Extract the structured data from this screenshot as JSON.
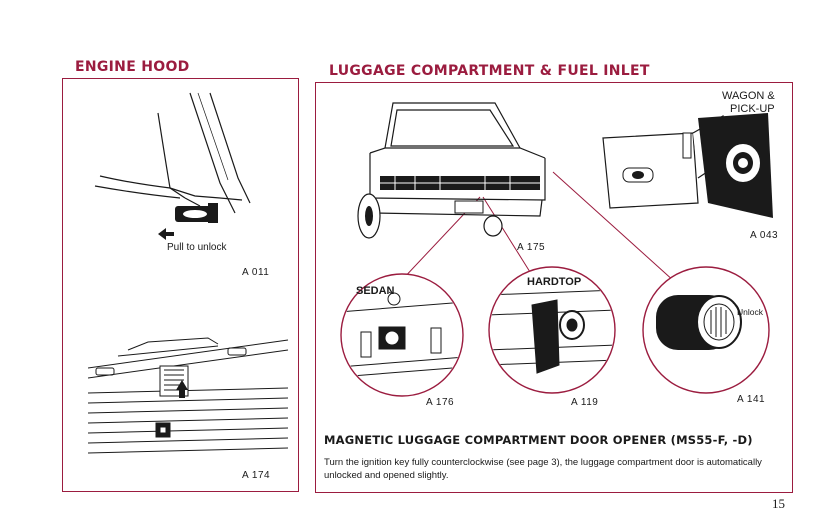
{
  "left": {
    "title": "ENGINE HOOD",
    "fig1_label": "Pull to unlock",
    "fig1_code": "A 011",
    "fig2_code": "A 174"
  },
  "right": {
    "title": "LUGGAGE COMPARTMENT & FUEL INLET",
    "wagon_label_line1": "WAGON &",
    "wagon_label_line2": "PICK-UP",
    "wagon_code": "A 043",
    "car_code": "A 175",
    "sedan_label": "SEDAN",
    "sedan_code": "A 176",
    "hardtop_label": "HARDTOP",
    "hardtop_code": "A 119",
    "unlock_label": "Unlock",
    "unlock_code": "A 141",
    "section_heading": "MAGNETIC LUGGAGE COMPARTMENT DOOR OPENER (MS55-F, -D)",
    "body": "Turn the ignition key fully counterclockwise (see page 3), the luggage compartment door is automatically unlocked and opened slightly."
  },
  "page_number": "15"
}
